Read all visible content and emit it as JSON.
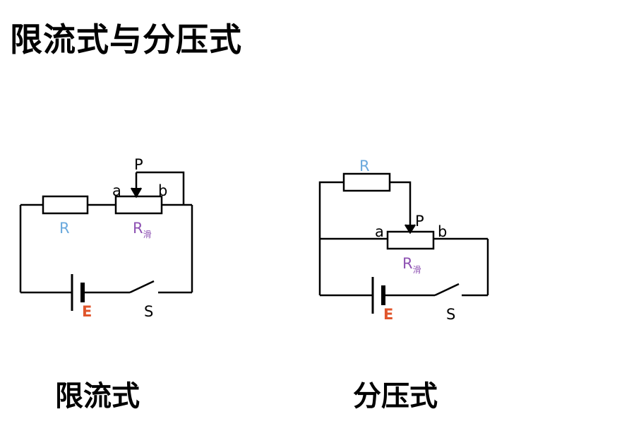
{
  "title": "限流式与分压式",
  "colors": {
    "wire": "#000000",
    "resistor_label": "#6aa9dd",
    "rheostat_label": "#8e52b3",
    "battery_label": "#e0552b"
  },
  "left_circuit": {
    "caption": "限流式",
    "resistor": "R",
    "rheostat": "R",
    "rheostat_sub": "滑",
    "slider": "P",
    "end_a": "a",
    "end_b": "b",
    "battery": "E",
    "switch": "S"
  },
  "right_circuit": {
    "caption": "分压式",
    "resistor": "R",
    "rheostat": "R",
    "rheostat_sub": "滑",
    "slider": "P",
    "end_a": "a",
    "end_b": "b",
    "battery": "E",
    "switch": "S"
  }
}
